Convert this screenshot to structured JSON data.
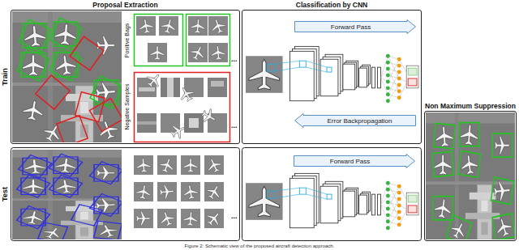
{
  "diagram": {
    "caption": "Figure 2: Schematic view of the proposed aircraft detection approach.",
    "nodes": [
      {
        "text": [
          "Proposal Extraction"
        ]
      },
      {
        "text": [
          "Positive Bags"
        ],
        "in": 0
      },
      {
        "text": [
          "Negative Samples"
        ],
        "in": 0
      },
      {
        "text": [
          "Classification by CNN"
        ]
      },
      {
        "text": [
          "Forward Pass"
        ],
        "in": 3
      },
      {
        "text": [
          "Error Backpropagation"
        ],
        "in": 3
      },
      {
        "text": [
          "Forward Pass"
        ]
      },
      {
        "text": [
          "Non Maximum Suppression"
        ]
      }
    ],
    "labels": [
      "Train",
      "Test",
      "...",
      "...",
      "..."
    ]
  }
}
